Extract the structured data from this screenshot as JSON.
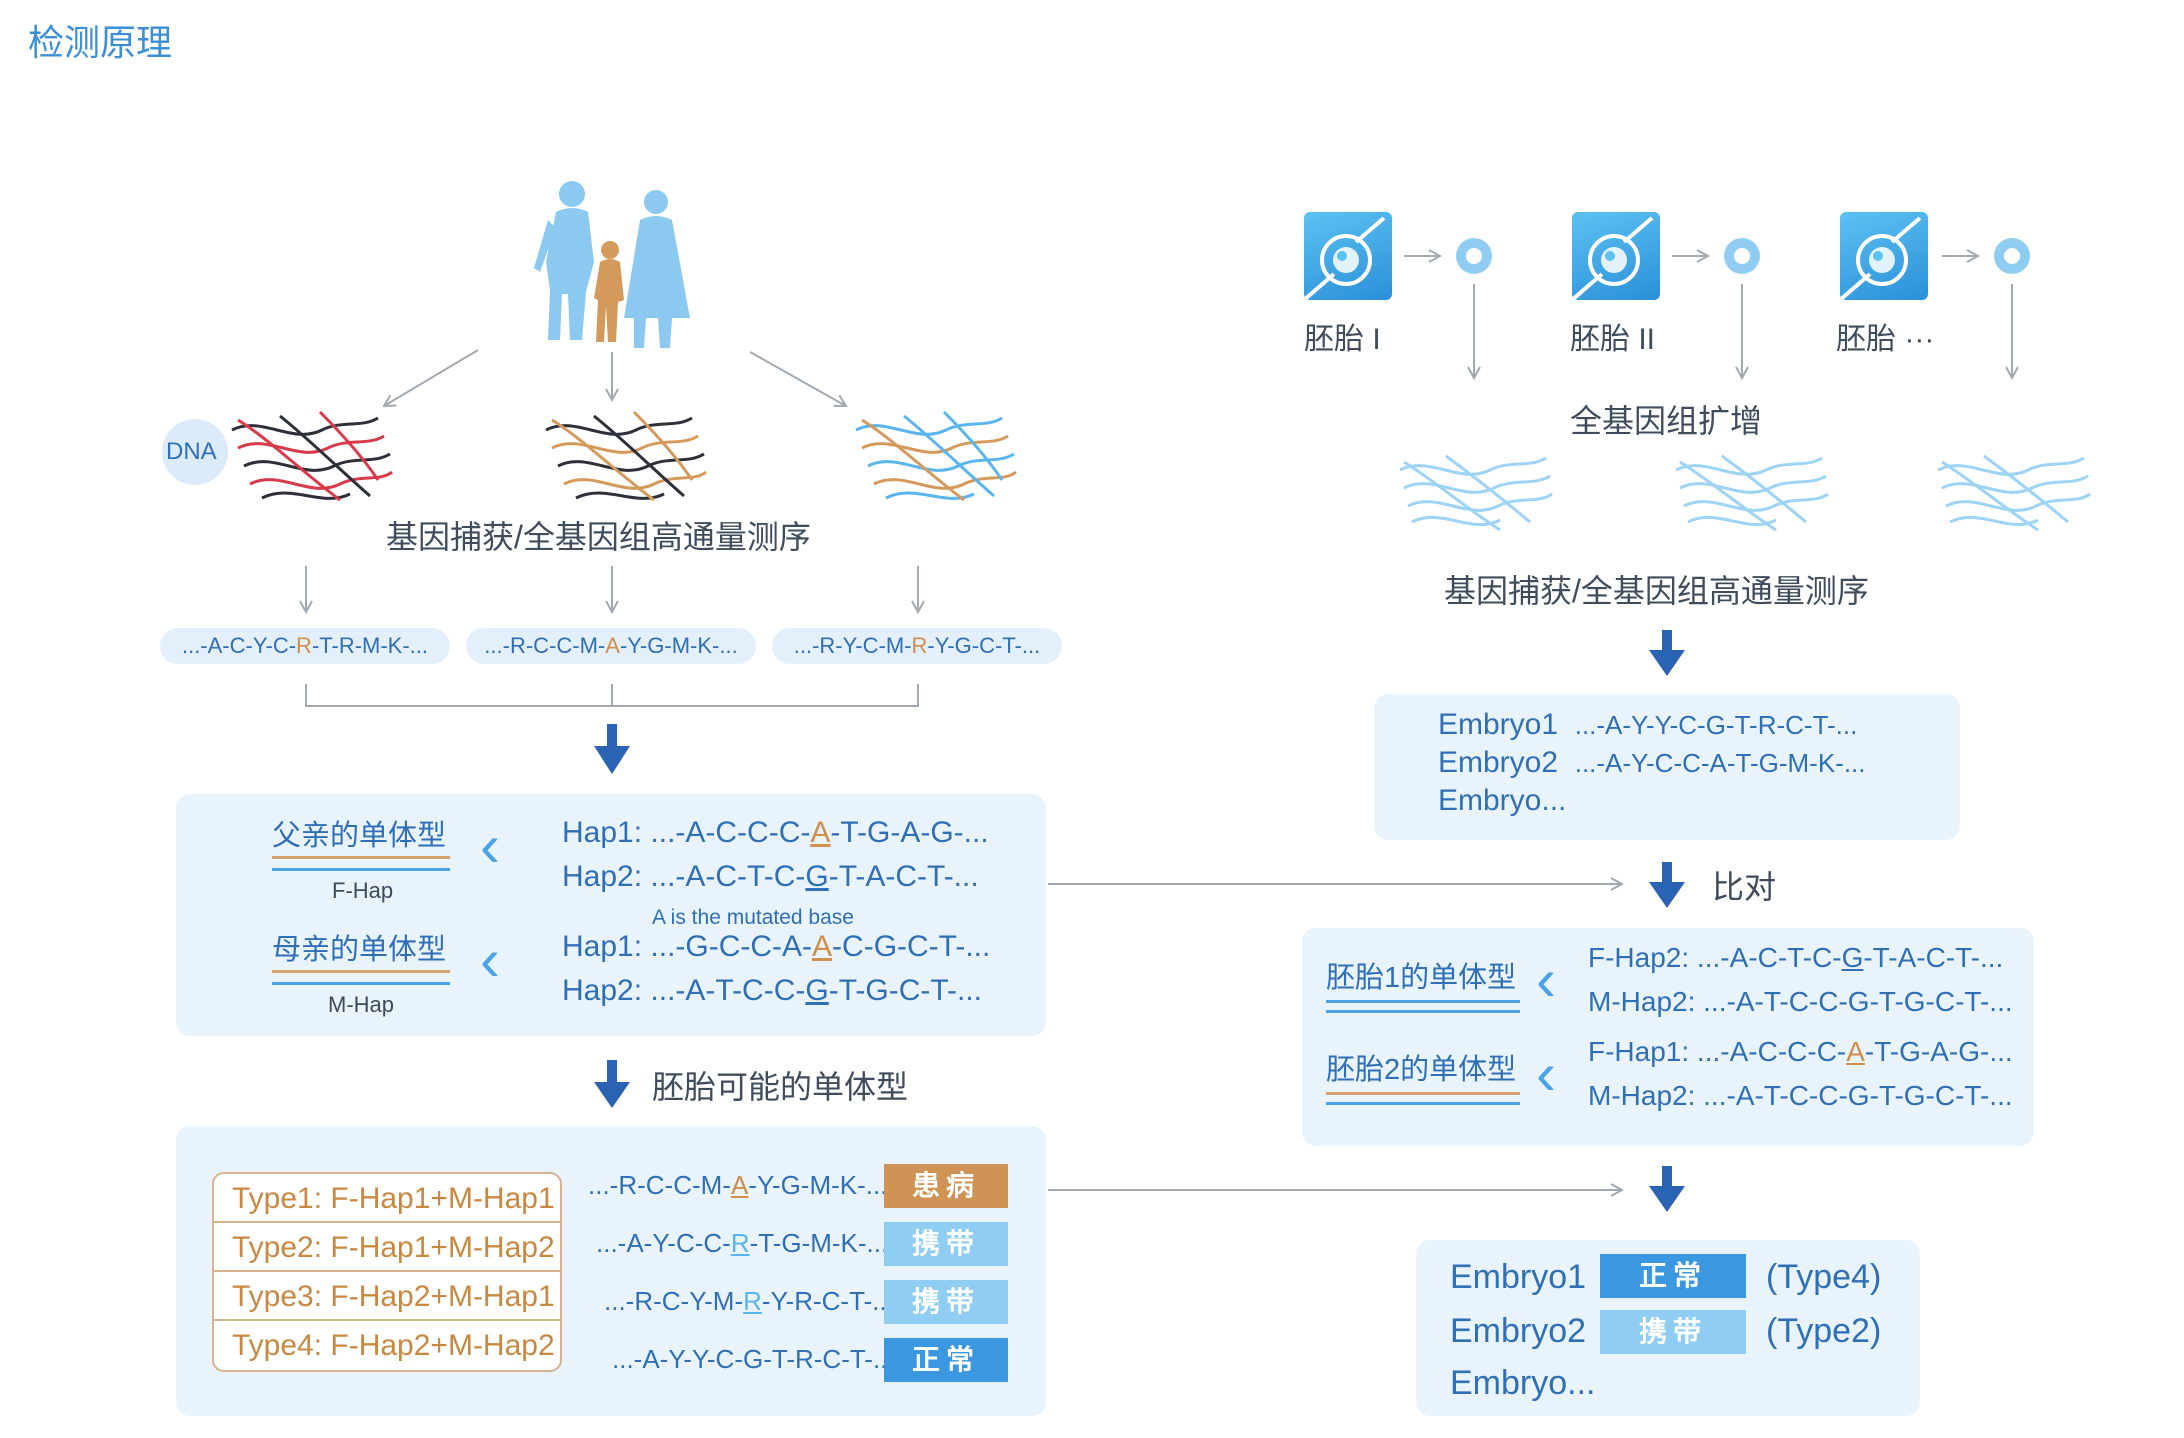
{
  "page_title": "检测原理",
  "left": {
    "dna_label": "DNA",
    "sequencing_label": "基因捕获/全基因组高通量测序",
    "parent_seqs": [
      {
        "pre": "...-A-C-Y-C-",
        "mark": "R",
        "post": "-T-R-M-K-..."
      },
      {
        "pre": "...-R-C-C-M-",
        "mark": "A",
        "post": "-Y-G-M-K-..."
      },
      {
        "pre": "...-R-Y-C-M-",
        "mark": "R",
        "post": "-Y-G-C-T-..."
      }
    ],
    "father": {
      "title": "父亲的单体型",
      "sub": "F-Hap"
    },
    "mother": {
      "title": "母亲的单体型",
      "sub": "M-Hap"
    },
    "haps": [
      {
        "label": "Hap1:",
        "pre": " ...-A-C-C-C-",
        "mark": "A",
        "post": "-T-G-A-G-..."
      },
      {
        "label": "Hap2:",
        "pre": " ...-A-C-T-C-",
        "mark": "G",
        "post": "-T-A-C-T-..."
      },
      {
        "label": "Hap1:",
        "pre": " ...-G-C-C-A-",
        "mark": "A",
        "post": "-C-G-C-T-..."
      },
      {
        "label": "Hap2:",
        "pre": " ...-A-T-C-C-",
        "mark": "G",
        "post": "-T-G-C-T-..."
      }
    ],
    "mutated_note": "A is the mutated base",
    "possible_label": "胚胎可能的单体型",
    "types": [
      {
        "label": "Type1: F-Hap1+M-Hap1",
        "pre": "...-R-C-C-M-",
        "mark": "A",
        "post": "-Y-G-M-K-...",
        "status": "患病",
        "color": "#cf9356"
      },
      {
        "label": "Type2: F-Hap1+M-Hap2",
        "pre": "...-A-Y-C-C-",
        "mark": "R",
        "post": "-T-G-M-K-...",
        "status": "携带",
        "color": "#8fcdf3"
      },
      {
        "label": "Type3: F-Hap2+M-Hap1",
        "pre": "...-R-C-Y-M-",
        "mark": "R",
        "post": "-Y-R-C-T-...",
        "status": "携带",
        "color": "#8fcdf3"
      },
      {
        "label": "Type4: F-Hap2+M-Hap2",
        "pre": "...-A-Y-Y-C-G-T-R-C-T-...",
        "mark": "",
        "post": "",
        "status": "正常",
        "color": "#3a97e0"
      }
    ]
  },
  "right": {
    "embryo_labels": [
      "胚胎 I",
      "胚胎 II",
      "胚胎 ···"
    ],
    "amplify_label": "全基因组扩增",
    "sequencing_label": "基因捕获/全基因组高通量测序",
    "embryo_seqs": [
      {
        "name": "Embryo1",
        "seq": "...-A-Y-Y-C-G-T-R-C-T-..."
      },
      {
        "name": "Embryo2",
        "seq": "...-A-Y-C-C-A-T-G-M-K-..."
      },
      {
        "name": "Embryo...",
        "seq": ""
      }
    ],
    "compare_label": "比对",
    "embryo_haps": [
      {
        "title": "胚胎1的单体型",
        "lines": [
          {
            "label": "F-Hap2:",
            "pre": " ...-A-C-T-C-",
            "mark": "G",
            "post": "-T-A-C-T-..."
          },
          {
            "label": "M-Hap2:",
            "pre": " ...-A-T-C-C-G-T-G-C-T-...",
            "mark": "",
            "post": ""
          }
        ]
      },
      {
        "title": "胚胎2的单体型",
        "lines": [
          {
            "label": "F-Hap1:",
            "pre": " ...-A-C-C-C-",
            "mark": "A",
            "post": "-T-G-A-G-..."
          },
          {
            "label": "M-Hap2:",
            "pre": " ...-A-T-C-C-G-T-G-C-T-...",
            "mark": "",
            "post": ""
          }
        ]
      }
    ],
    "results": [
      {
        "name": "Embryo1",
        "status": "正常",
        "type": "(Type4)",
        "color": "#3a97e0"
      },
      {
        "name": "Embryo2",
        "status": "携带",
        "type": "(Type2)",
        "color": "#8fcdf3"
      },
      {
        "name": "Embryo...",
        "status": "",
        "type": "",
        "color": ""
      }
    ]
  },
  "colors": {
    "accent_blue": "#2f6fb5",
    "light_blue": "#4aa3e6",
    "orange": "#d18d4a",
    "panel_bg": "#e9f3fc"
  }
}
